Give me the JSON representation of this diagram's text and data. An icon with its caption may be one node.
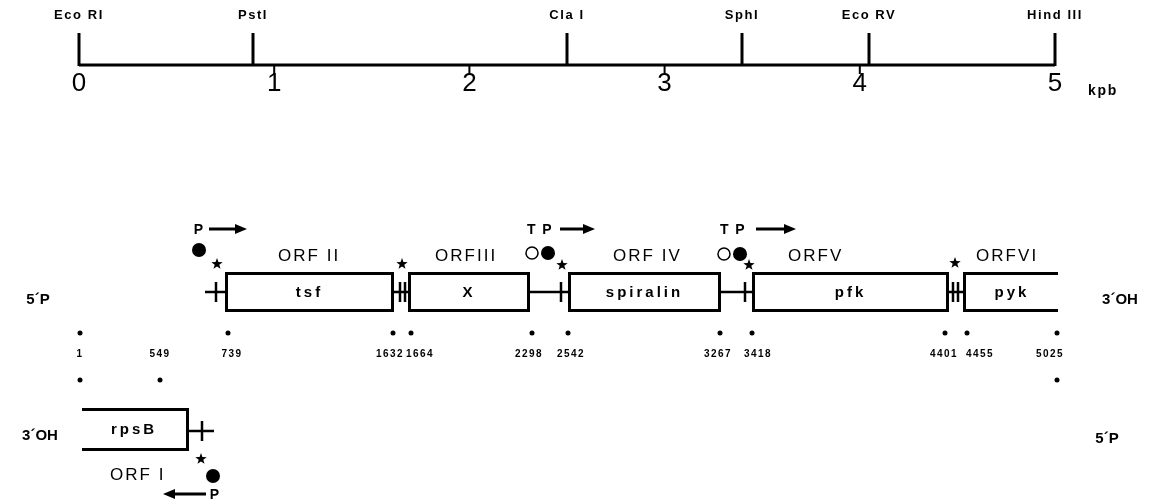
{
  "diagram": {
    "nodes": [
      {
        "text": [
          "tsf"
        ],
        "beside": [
          "ORF II"
        ]
      },
      {
        "text": [
          "X"
        ],
        "beside": [
          "ORFIII"
        ]
      },
      {
        "text": [
          "spiralin"
        ],
        "beside": [
          "ORF IV"
        ]
      },
      {
        "text": [
          "pfk"
        ],
        "beside": [
          "ORFV"
        ]
      },
      {
        "text": [
          "pyk"
        ],
        "beside": [
          "ORFVI"
        ]
      },
      {
        "text": [
          "rpsB"
        ],
        "beside": [
          "ORF I"
        ]
      }
    ],
    "edges": [
      {
        "from": null,
        "to": 0,
        "arrow": "none"
      },
      {
        "from": 0,
        "to": 1,
        "arrow": "none"
      },
      {
        "from": 1,
        "to": 2,
        "arrow": "none"
      },
      {
        "from": 2,
        "to": 3,
        "arrow": "none"
      },
      {
        "from": 3,
        "to": 4,
        "arrow": "none"
      },
      {
        "from": 5,
        "to": null,
        "arrow": "none"
      }
    ],
    "labels": [
      "Eco RI",
      "PstI",
      "Cla I",
      "SphI",
      "Eco RV",
      "Hind III",
      "0",
      "1",
      "2",
      "3",
      "4",
      "5",
      "kpb",
      "P",
      "T P",
      "T P",
      "5´P",
      "3´OH",
      "1",
      "549",
      "739",
      "1632",
      "1664",
      "2298",
      "2542",
      "3267",
      "3418",
      "4401",
      "4455",
      "5025",
      "3´OH",
      "5´P",
      "P"
    ]
  }
}
